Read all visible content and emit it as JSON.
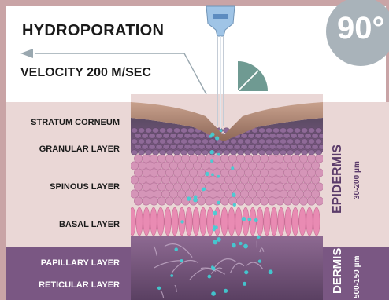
{
  "header": {
    "title": "HYDROPORATION",
    "velocity": "VELOCITY 200 M/SEC",
    "angle": "90°"
  },
  "layers": {
    "stratum_corneum": "STRATUM CORNEUM",
    "granular": "GRANULAR LAYER",
    "spinous": "SPINOUS LAYER",
    "basal": "BASAL LAYER",
    "papillary": "PAPILLARY LAYER",
    "reticular": "RETICULAR LAYER"
  },
  "epidermis": {
    "name": "EPIDERMIS",
    "range": "30-200 μm"
  },
  "dermis": {
    "name": "DERMIS",
    "range": "500-150 μm"
  },
  "colors": {
    "frame": "#c9a4a6",
    "epidermis_bg": "#ead7d6",
    "dermis_bg": "#7a5783",
    "epidermis_text": "#5b3b6a",
    "angle_wedge": "#6f9a92",
    "droplet": "#3fd0d6"
  }
}
